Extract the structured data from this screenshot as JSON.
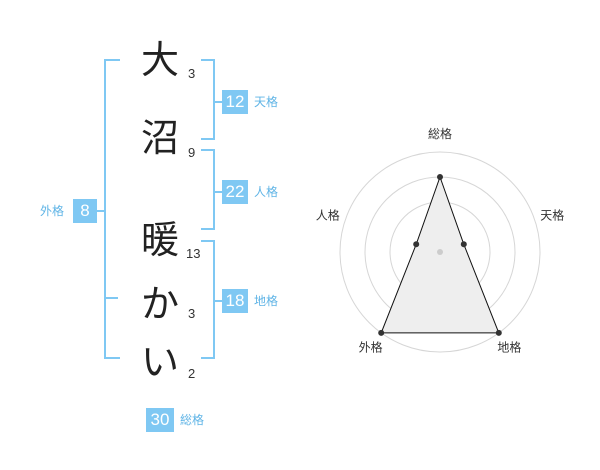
{
  "name": {
    "chars": [
      {
        "char": "大",
        "strokes": "3"
      },
      {
        "char": "沼",
        "strokes": "9"
      },
      {
        "char": "暖",
        "strokes": "13"
      },
      {
        "char": "か",
        "strokes": "3"
      },
      {
        "char": "い",
        "strokes": "2"
      }
    ]
  },
  "fortune": {
    "tenkaku": {
      "value": "12",
      "label": "天格"
    },
    "jinkaku": {
      "value": "22",
      "label": "人格"
    },
    "chikaku": {
      "value": "18",
      "label": "地格"
    },
    "gaikaku": {
      "value": "8",
      "label": "外格"
    },
    "soukaku": {
      "value": "30",
      "label": "総格"
    }
  },
  "colors": {
    "accent": "#7fc8f3",
    "label_text": "#5fb4e6"
  },
  "chart_data": {
    "type": "radar",
    "axes": [
      "総格",
      "天格",
      "地格",
      "外格",
      "人格"
    ],
    "values": [
      3,
      1,
      4,
      4,
      1
    ],
    "range": [
      0,
      4
    ]
  }
}
